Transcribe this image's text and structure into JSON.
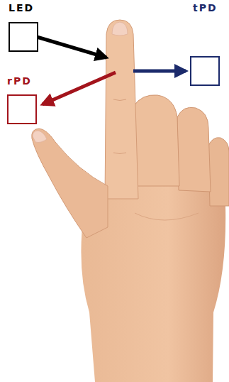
{
  "diagram": {
    "nodes": [
      {
        "text": [
          "LED"
        ]
      },
      {
        "text": [
          "tPD"
        ]
      },
      {
        "text": [
          "rPD"
        ]
      }
    ]
  }
}
